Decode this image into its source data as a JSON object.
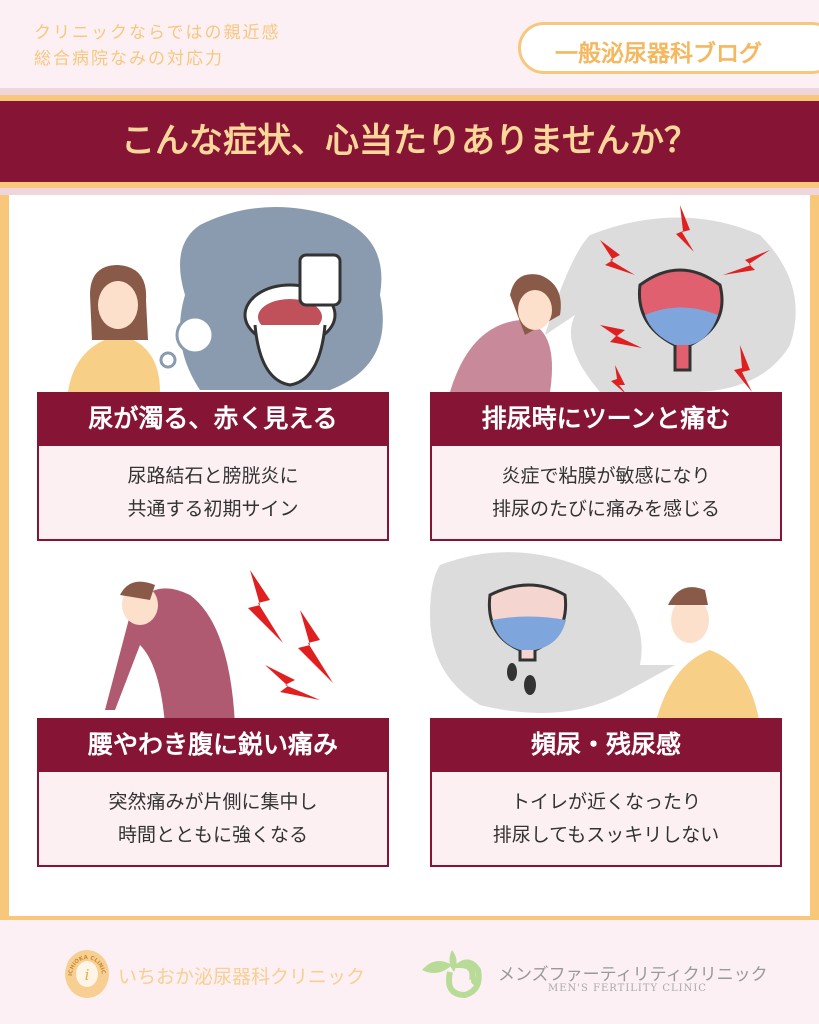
{
  "header": {
    "tagline": [
      "クリニックならではの親近感",
      "総合病院なみの対応力"
    ],
    "blog_label": "一般泌尿器科ブログ"
  },
  "title": "こんな症状、心当たりありませんか？",
  "cards": [
    {
      "title": "尿が濁る、赤く見える",
      "lines": [
        "尿路結石と膀胱炎に",
        "共通する初期サイン"
      ]
    },
    {
      "title": "排尿時にツーンと痛む",
      "lines": [
        "炎症で粘膜が敏感になり",
        "排尿のたびに痛みを感じる"
      ]
    },
    {
      "title": "腰やわき腹に鋭い痛み",
      "lines": [
        "突然痛みが片側に集中し",
        "時間とともに強くなる"
      ]
    },
    {
      "title": "頻尿・残尿感",
      "lines": [
        "トイレが近くなったり",
        "排尿してもスッキリしない"
      ]
    }
  ],
  "footer": {
    "clinic1": "いちおか泌尿器科クリニック",
    "clinic1_logo_text": "ICHIOKA CLINIC",
    "clinic2": "メンズファーティリティクリニック",
    "clinic2_en": "MEN'S FERTILITY CLINIC"
  },
  "colors": {
    "maroon": "#861535",
    "gold": "#f9c77a",
    "pink_bg": "#fdf0f4"
  }
}
